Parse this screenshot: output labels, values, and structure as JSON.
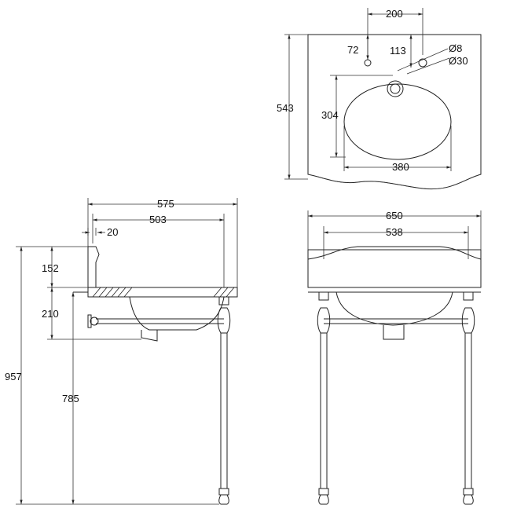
{
  "top_view": {
    "dim_tap_offset": "200",
    "dim_tap_edge": "72",
    "dim_overflow": "113",
    "dim_small_hole": "Ø8",
    "dim_large_hole": "Ø30",
    "dim_depth": "543",
    "dim_bowl_depth": "304",
    "dim_bowl_width": "380"
  },
  "side_view": {
    "dim_overall_depth": "575",
    "dim_leg_span": "503",
    "dim_upstand": "20",
    "dim_upstand_height": "152",
    "dim_basin_height": "210",
    "dim_total_height": "957",
    "dim_top_height": "785"
  },
  "front_view": {
    "dim_overall_width": "650",
    "dim_leg_width": "538"
  }
}
